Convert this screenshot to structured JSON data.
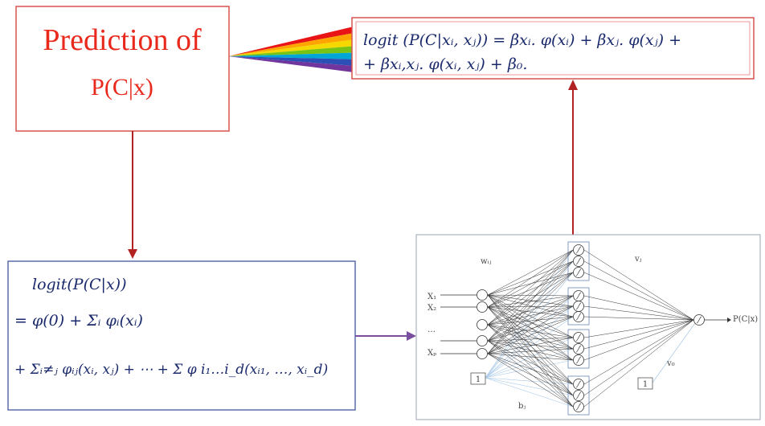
{
  "prediction_box": {
    "line1": "Prediction of",
    "line2": "P(C|x)"
  },
  "formula_top": {
    "line1": "logit (P(C|xᵢ, xⱼ)) = βxᵢ. φ(xᵢ) + βxⱼ. φ(xⱼ) +",
    "line2": "+ βxᵢ,xⱼ. φ(xᵢ, xⱼ) + β₀."
  },
  "formula_left": {
    "line1": "logit(P(C|x))",
    "line2": "= φ(0) + Σᵢ φᵢ(xᵢ)",
    "line3": "+ Σᵢ≠ⱼ φᵢⱼ(xᵢ, xⱼ) + ⋯ + Σ φ i₁…i_d(xᵢ₁, …, xᵢ_d)"
  },
  "network": {
    "inputs": [
      "X₁",
      "X₂",
      "…",
      "Xₚ"
    ],
    "bias_label": "1",
    "output_bias_label": "1",
    "weight_in_label": "wᵢⱼ",
    "weight_out_label": "vⱼ",
    "bias_in_label": "bⱼ",
    "bias_out_label": "v₀",
    "output_label": "P(C|x)"
  },
  "colors": {
    "box_border": "#d9534f",
    "prediction_text": "#e8291c",
    "left_box_border": "#5a6fa8",
    "arrow_red": "#b22222",
    "arrow_purple": "#7b4fa0",
    "rainbow": [
      "#e81416",
      "#ffa500",
      "#f5d800",
      "#79c314",
      "#00a6d6",
      "#2a4fb5",
      "#70369d"
    ]
  }
}
